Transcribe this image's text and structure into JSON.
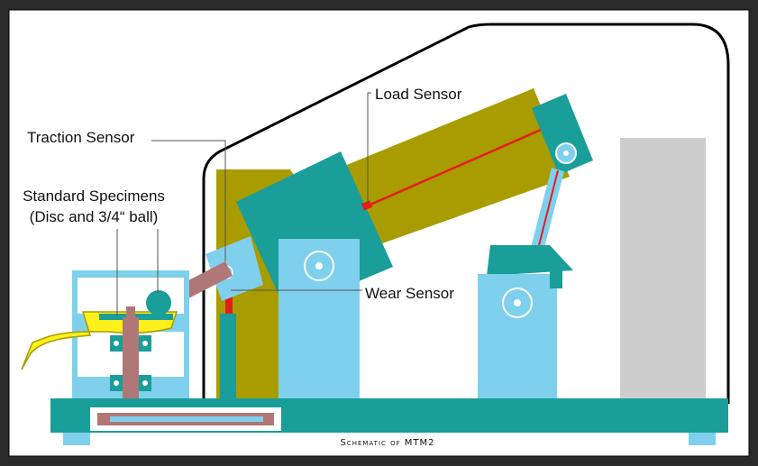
{
  "labels": {
    "load_sensor": "Load Sensor",
    "traction_sensor": "Traction Sensor",
    "standard_specimens_line1": "Standard Specimens",
    "standard_specimens_line2": "(Disc and 3/4“ ball)",
    "wear_sensor": "Wear Sensor",
    "caption": "Schematic of MTM2"
  },
  "colors": {
    "teal": "#199e9a",
    "light_blue": "#7fd0ec",
    "olive": "#a89c00",
    "gray_block": "#cdcdcd",
    "shaft_brown": "#b07777",
    "sensor_red": "#e51c1c",
    "lubricant_yellow": "#ffef1a"
  }
}
